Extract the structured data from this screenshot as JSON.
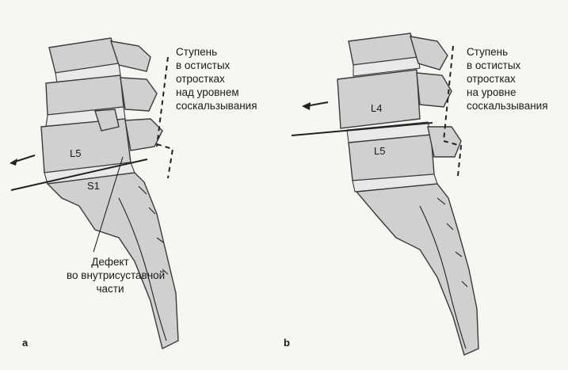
{
  "panel_a": {
    "letter": "a",
    "step_caption": "Ступень\nв остистых\nотростках\nнад уровнем\nсоскальзывания",
    "defect_caption": "Дефект\nво внутрисуставной\nчасти",
    "vertebra_upper": "L5",
    "vertebra_lower": "S1"
  },
  "panel_b": {
    "letter": "b",
    "step_caption": "Ступень\nв остистых\nотростках\nна уровне\nсоскальзывания",
    "vertebra_upper": "L4",
    "vertebra_lower": "L5"
  },
  "colors": {
    "background": "#f7f6f3",
    "bone_fill": "#cfd0d0",
    "bone_stroke": "#3b3b3b",
    "text": "#1a1a1a"
  }
}
